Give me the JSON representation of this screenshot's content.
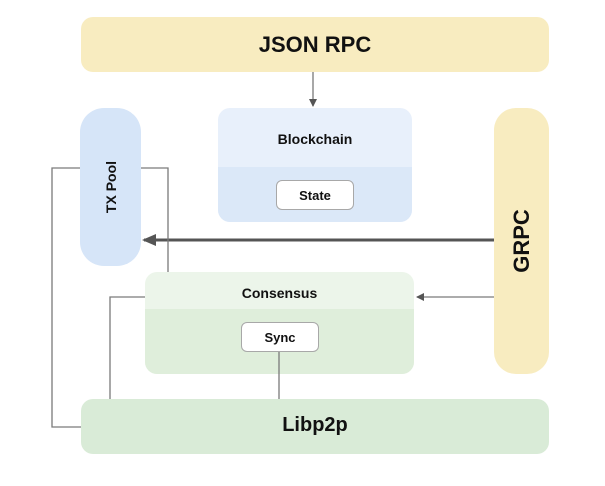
{
  "diagram": {
    "json_rpc": {
      "label": "JSON RPC"
    },
    "blockchain": {
      "label": "Blockchain"
    },
    "state": {
      "label": "State"
    },
    "tx_pool": {
      "label": "TX Pool"
    },
    "grpc": {
      "label": "GRPC"
    },
    "consensus": {
      "label": "Consensus"
    },
    "sync": {
      "label": "Sync"
    },
    "libp2p": {
      "label": "Libp2p"
    }
  },
  "colors": {
    "json_rpc_fill": "#f8ecc0",
    "grpc_fill": "#f8ecc0",
    "blockchain_fill": "#e8f0fb",
    "blockchain_inner_fill": "#dbe8f8",
    "tx_pool_fill": "#d6e5f8",
    "consensus_fill": "#ecf5ea",
    "consensus_inner_fill": "#dfeedb",
    "libp2p_fill": "#d9ebd7",
    "chip_fill": "#ffffff",
    "line": "#7a7a7a",
    "arrow": "#555555"
  }
}
